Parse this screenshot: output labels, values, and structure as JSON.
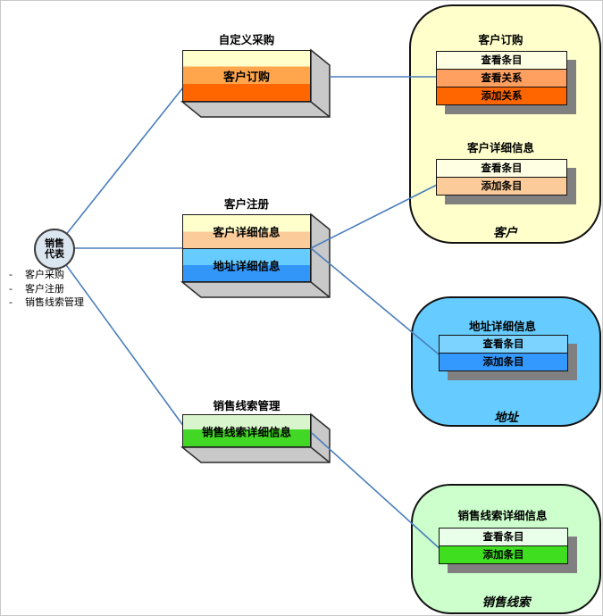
{
  "diagram_type": "use-case / process diagram",
  "colors": {
    "connector_line": "#4a7ebb",
    "stack_shadow": "#808080",
    "extrusion_gray": "#c9c9c9",
    "container_yellow": "#ffffcc",
    "container_blue": "#66ccff",
    "container_green": "#ccffcc",
    "band_cream": "#ffffcc",
    "band_orange_mid": "#ffa64d",
    "band_orange_dark": "#ff6600",
    "band_peach": "#fbcb99",
    "band_blue_light": "#66ccff",
    "band_blue_strong": "#3196f8",
    "band_green_light": "#d9f5cd",
    "band_green_strong": "#41d724",
    "row_cream": "#ffffe3",
    "row_salmon": "#ff9f60",
    "row_orange": "#ff6600",
    "row_peach": "#fbcb99",
    "row_blue_light": "#7dd3ff",
    "row_blue": "#3399ff",
    "row_green_pale": "#eaffea",
    "row_green": "#3fdf1f",
    "actor_fill": "#dce6f1"
  },
  "actor": {
    "lines": [
      "销售",
      "代表"
    ],
    "bullet": "-",
    "tasks": [
      "客户采购",
      "客户注册",
      "销售线索管理"
    ]
  },
  "boxes": [
    {
      "title": "自定义采购",
      "label": "客户订购"
    },
    {
      "title": "客户注册",
      "labels": [
        "客户详细信息",
        "地址详细信息"
      ]
    },
    {
      "title": "销售线索管理",
      "label": "销售线索详细信息"
    }
  ],
  "containers": [
    {
      "label": "客户",
      "groups": [
        {
          "title": "客户订购",
          "rows": [
            "查看条目",
            "查看关系",
            "添加关系"
          ]
        },
        {
          "title": "客户详细信息",
          "rows": [
            "查看条目",
            "添加条目"
          ]
        }
      ]
    },
    {
      "label": "地址",
      "groups": [
        {
          "title": "地址详细信息",
          "rows": [
            "查看条目",
            "添加条目"
          ]
        }
      ]
    },
    {
      "label": "销售线索",
      "groups": [
        {
          "title": "销售线索详细信息",
          "rows": [
            "查看条目",
            "添加条目"
          ]
        }
      ]
    }
  ]
}
